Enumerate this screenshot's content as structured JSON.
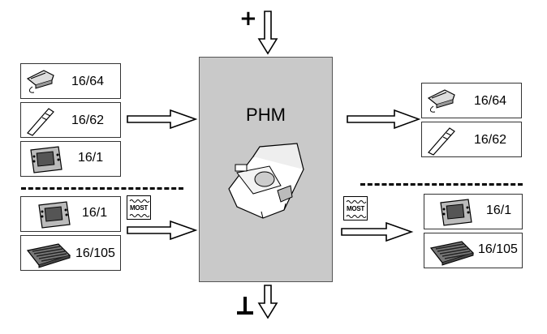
{
  "center": {
    "label": "PHM"
  },
  "power_plus": "+",
  "most_label": "MOST",
  "left_top": [
    {
      "icon": "telephone-handset-icon",
      "label": "16/64"
    },
    {
      "icon": "cordless-handset-icon",
      "label": "16/62"
    },
    {
      "icon": "control-display-icon",
      "label": "16/1"
    }
  ],
  "left_bottom": [
    {
      "icon": "control-display-icon",
      "label": "16/1"
    },
    {
      "icon": "keyboard-module-icon",
      "label": "16/105"
    }
  ],
  "right_top": [
    {
      "icon": "telephone-handset-icon",
      "label": "16/64"
    },
    {
      "icon": "cordless-handset-icon",
      "label": "16/62"
    }
  ],
  "right_bottom": [
    {
      "icon": "control-display-icon",
      "label": "16/1"
    },
    {
      "icon": "keyboard-module-icon",
      "label": "16/105"
    }
  ]
}
